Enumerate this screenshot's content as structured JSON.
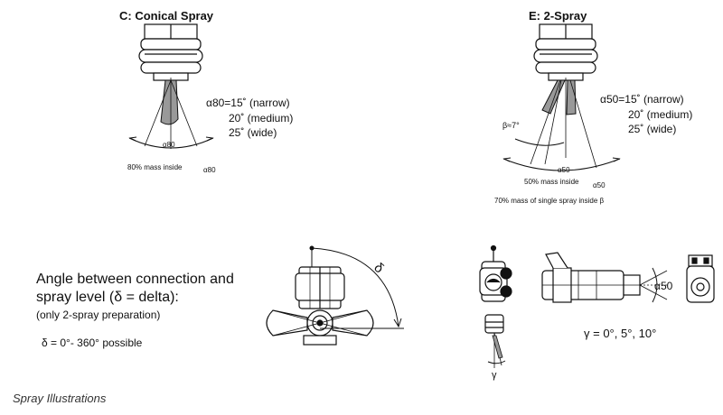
{
  "conical": {
    "title": "C: Conical Spray",
    "alpha_eq": "α80=15˚ (narrow)",
    "medium": "20˚ (medium)",
    "wide": "25˚ (wide)",
    "alpha_label": "α80",
    "mass_note_prefix": "80% mass inside",
    "mass_note_symbol": "α80"
  },
  "two_spray": {
    "title": "E: 2-Spray",
    "alpha_eq": "α50=15˚ (narrow)",
    "medium": "20˚ (medium)",
    "wide": "25˚ (wide)",
    "beta_label": "β≈7°",
    "alpha_label": "α50",
    "mass_note_prefix": "50% mass inside",
    "mass_note_symbol": "α50",
    "single_note": "70% mass of single spray inside β"
  },
  "connection": {
    "heading_line1": "Angle between connection and",
    "heading_line2": "spray level (δ = delta):",
    "subnote": "(only 2-spray preparation)",
    "range": "δ = 0°- 360° possible",
    "delta_label": "δ"
  },
  "orientation": {
    "alpha_label": "α50",
    "gamma_label": "γ",
    "gamma_values": "γ = 0°, 5°, 10°"
  },
  "caption": "Spray Illustrations"
}
